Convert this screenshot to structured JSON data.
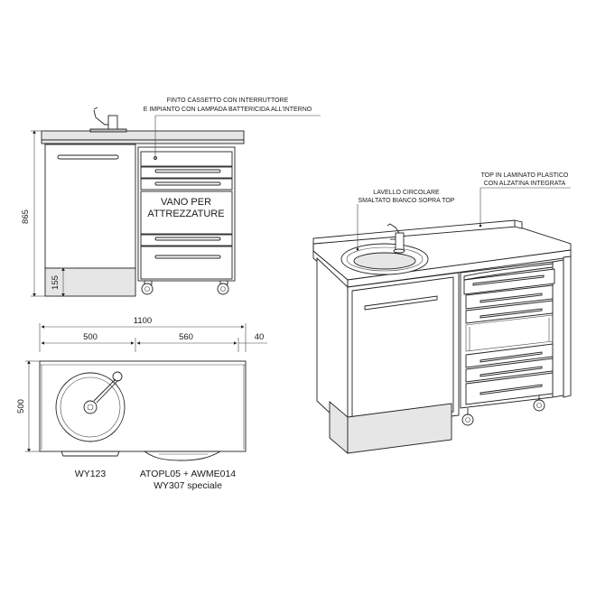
{
  "labels": {
    "finto_cassetto_1": "FINTO CASSETTO CON INTERRUTTORE",
    "finto_cassetto_2": "E IMPIANTO CON LAMPADA BATTERICIDA ALL'INTERNO",
    "vano_1": "VANO PER",
    "vano_2": "ATTREZZATURE",
    "lavello_1": "LAVELLO CIRCOLARE",
    "lavello_2": "SMALTATO BIANCO SOPRA TOP",
    "top_1": "TOP IN LAMINATO PLASTICO",
    "top_2": "CON ALZATINA INTEGRATA"
  },
  "dimensions": {
    "height_total": "865",
    "plinth": "155",
    "width_total": "1100",
    "sink_width": "500",
    "drawer_width": "560",
    "end_gap": "40",
    "depth": "500"
  },
  "captions": {
    "left_unit": "WY123",
    "right_unit_1": "ATOPL05 + AWME014",
    "right_unit_2": "WY307 speciale"
  }
}
